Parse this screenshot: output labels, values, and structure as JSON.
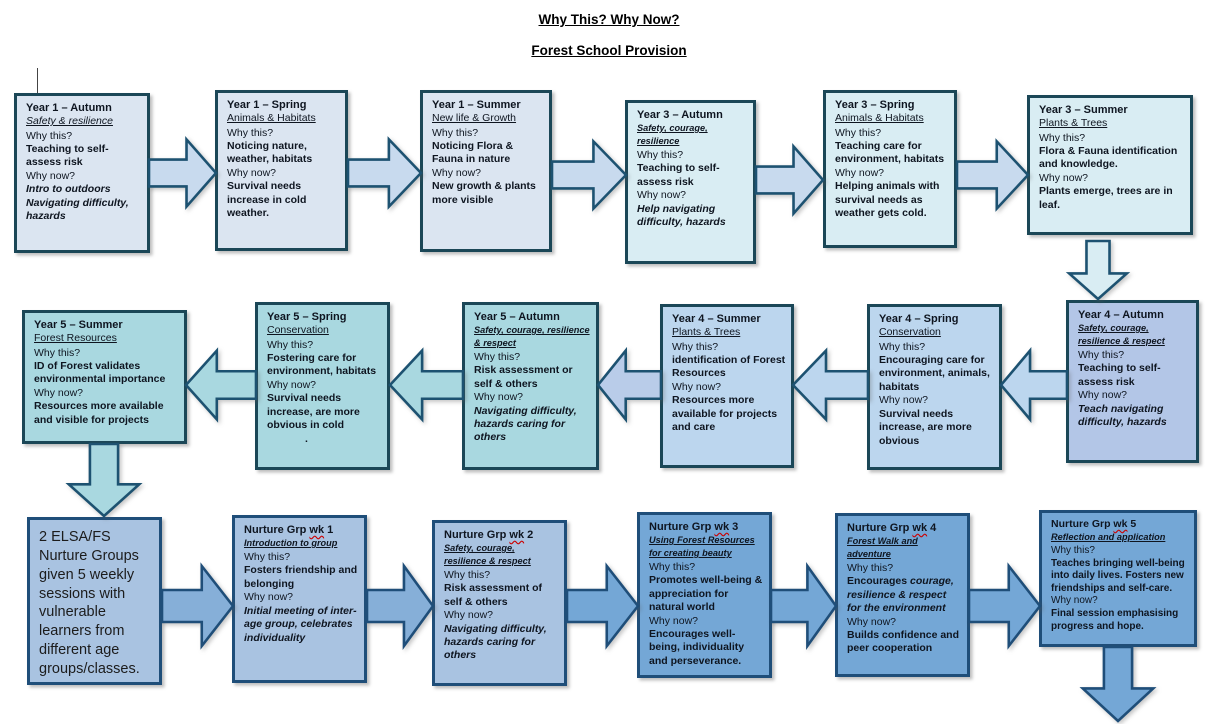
{
  "header": {
    "title_line1": "Why This? Why Now?",
    "title_line2": "Forest School Provision"
  },
  "labels": {
    "why_this": "Why this?",
    "why_now": "Why now?"
  },
  "palette": {
    "box_border": "#1b4757",
    "row3_border": "#1f4e79",
    "arrow_border_r12": "#1d5271",
    "arrow_border_r3": "#1f4e79",
    "blue_light": "#dbe5f1",
    "cyan_light": "#d9edf3",
    "arrow_blue": "#c8daee",
    "peri": "#b3c6e7",
    "peri_med": "#b9cce9",
    "blue_med": "#bcd6ee",
    "teal": "#a9d8e0",
    "blue_grey": "#a9c3e1",
    "blue_dk_arrow": "#86afd8",
    "blue_dark": "#74a7d6"
  },
  "rows": [
    {
      "name": "years-1-3",
      "boxes": [
        {
          "id": "year-1-autumn",
          "color": "blue_light",
          "title": "Year 1 – Autumn",
          "theme": "Safety & resilience",
          "theme_style": "iu",
          "why_this": "Teaching to self-assess risk",
          "why_this_style": "b",
          "why_now": "Intro to outdoors Navigating difficulty, hazards",
          "why_now_style": "bi"
        },
        {
          "id": "year-1-spring",
          "color": "blue_light",
          "title": "Year 1 – Spring",
          "theme": "Animals & Habitats",
          "theme_style": "u",
          "why_this": "Noticing nature, weather, habitats",
          "why_this_style": "b",
          "why_now": "Survival needs increase in cold weather.",
          "why_now_style": "b"
        },
        {
          "id": "year-1-summer",
          "color": "blue_light",
          "title": "Year 1 – Summer",
          "theme": "New life & Growth",
          "theme_style": "u",
          "why_this": "Noticing Flora & Fauna in nature",
          "why_this_style": "b",
          "why_now": "New growth & plants more visible",
          "why_now_style": "b"
        },
        {
          "id": "year-3-autumn",
          "color": "cyan_light",
          "title": "Year 3 – Autumn",
          "theme": "Safety, courage, resilience",
          "theme_style": "biu",
          "why_this": "Teaching to self-assess risk",
          "why_this_style": "b",
          "why_now": "Help navigating difficulty, hazards",
          "why_now_style": "bi"
        },
        {
          "id": "year-3-spring",
          "color": "cyan_light",
          "title": "Year 3 – Spring",
          "theme": "Animals & Habitats",
          "theme_style": "u",
          "why_this": "Teaching care for environment, habitats",
          "why_this_style": "b",
          "why_now": "Helping animals with survival needs as weather gets cold.",
          "why_now_style": "b"
        },
        {
          "id": "year-3-summer",
          "color": "cyan_light",
          "title": "Year 3 – Summer",
          "theme": "Plants & Trees",
          "theme_style": "u",
          "why_this": "Flora & Fauna identification and knowledge.",
          "why_this_style": "b",
          "why_now": "Plants emerge, trees are in leaf.",
          "why_now_style": "b"
        }
      ]
    },
    {
      "name": "years-4-5",
      "boxes": [
        {
          "id": "year-5-summer",
          "color": "teal",
          "title": "Year 5 – Summer",
          "theme": "Forest Resources",
          "theme_style": "u",
          "why_this": "ID of Forest validates environmental importance",
          "why_this_style": "b",
          "why_now": "Resources more available and visible for projects",
          "why_now_style": "b"
        },
        {
          "id": "year-5-spring",
          "color": "teal",
          "title": "Year 5 – Spring",
          "theme": "Conservation",
          "theme_style": "u",
          "why_this": "Fostering care for environment, habitats",
          "why_this_style": "b",
          "why_now": "Survival needs increase, are more obvious in cold",
          "why_now_style": "b",
          "extra": "."
        },
        {
          "id": "year-5-autumn",
          "color": "teal",
          "title": "Year 5 – Autumn",
          "theme": "Safety, courage, resilience & respect",
          "theme_style": "biu",
          "why_this": "Risk assessment or self & others",
          "why_this_style": "b",
          "why_now": "Navigating difficulty, hazards caring for others",
          "why_now_style": "bi"
        },
        {
          "id": "year-4-summer",
          "color": "blue_med",
          "title": "Year 4 – Summer",
          "theme": "Plants & Trees",
          "theme_style": "u",
          "why_this": "identification of Forest Resources",
          "why_this_style": "b",
          "why_now": "Resources more available for projects and care",
          "why_now_style": "b"
        },
        {
          "id": "year-4-spring",
          "color": "blue_med",
          "title": "Year 4 – Spring",
          "theme": "Conservation",
          "theme_style": "u",
          "why_this": "Encouraging care for environment, animals, habitats",
          "why_this_style": "b",
          "why_now": "Survival needs increase, are more obvious",
          "why_now_style": "b"
        },
        {
          "id": "year-4-autumn",
          "color": "peri",
          "title": "Year 4 – Autumn",
          "theme": "Safety, courage, resilience & respect",
          "theme_style": "biu",
          "why_this": "Teaching to self-assess risk",
          "why_this_style": "b",
          "why_now": "Teach navigating difficulty, hazards",
          "why_now_style": "bi"
        }
      ]
    },
    {
      "name": "nurture-groups",
      "boxes": [
        {
          "id": "elsa-intro",
          "color": "blue_grey",
          "type": "plain",
          "text": "2 ELSA/FS Nurture Groups given 5 weekly sessions with vulnerable learners from different age groups/classes."
        },
        {
          "id": "nurture-wk-1",
          "color": "blue_grey",
          "title_parts": [
            "Nurture Grp ",
            "wk",
            " 1"
          ],
          "theme": "Introduction to group",
          "theme_style": "biu",
          "why_this": "Fosters friendship and belonging",
          "why_this_style": "b",
          "why_now": "Initial meeting of inter-age group, celebrates individuality",
          "why_now_style": "bi"
        },
        {
          "id": "nurture-wk-2",
          "color": "blue_grey",
          "title_parts": [
            "Nurture Grp ",
            "wk",
            " 2"
          ],
          "theme": "Safety, courage, resilience & respect",
          "theme_style": "biu",
          "why_this": "Risk assessment of self & others",
          "why_this_style": "b",
          "why_now": "Navigating difficulty, hazards caring for others",
          "why_now_style": "bi"
        },
        {
          "id": "nurture-wk-3",
          "color": "blue_dark",
          "title_parts": [
            "Nurture Grp ",
            "wk",
            " 3"
          ],
          "theme": "Using Forest Resources for creating beauty",
          "theme_style": "biu",
          "why_this": "Promotes well-being & appreciation for natural world",
          "why_this_style": "b",
          "why_now": "Encourages well-being, individuality and perseverance.",
          "why_now_style": "b"
        },
        {
          "id": "nurture-wk-4",
          "color": "blue_dark",
          "title_parts": [
            "Nurture Grp ",
            "wk",
            " 4"
          ],
          "theme": "Forest Walk and adventure",
          "theme_style": "biu",
          "why_this": "Encourages ",
          "why_this_style": "b",
          "why_this_b": "courage, resilience & respect for the environment",
          "why_now": "Builds confidence and peer cooperation",
          "why_now_style": "b"
        },
        {
          "id": "nurture-wk-5",
          "color": "blue_dark",
          "compact": true,
          "title_parts": [
            "Nurture Grp ",
            "wk",
            " 5"
          ],
          "theme": "Reflection and application",
          "theme_style": "biu",
          "why_this": "Teaches bringing well-being into daily lives. Fosters new friendships and self-care.",
          "why_this_style": "b",
          "why_now": "Final session emphasising progress and hope.",
          "why_now_style": "b"
        }
      ]
    }
  ]
}
